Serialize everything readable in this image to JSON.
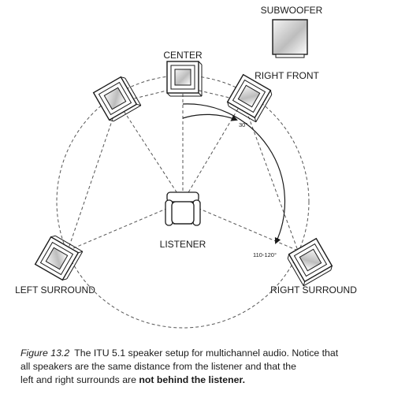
{
  "labels": {
    "subwoofer": "SUBWOOFER",
    "center": "CENTER",
    "right_front": "RIGHT FRONT",
    "listener": "LISTENER",
    "left_surround": "LEFT SURROUND",
    "right_surround": "RIGHT SURROUND",
    "angle_front": "30°",
    "angle_surround": "110-120°"
  },
  "caption": {
    "figure_label": "Figure 13.2",
    "line1": "The ITU 5.1 speaker setup for multichannel audio. Notice that",
    "line2": "all speakers are the same distance from the listener and that the",
    "line3_prefix": "left and right surrounds are ",
    "line3_bold": "not behind the listener."
  },
  "colors": {
    "ink": "#1a1a1a",
    "dashed": "#555555"
  }
}
